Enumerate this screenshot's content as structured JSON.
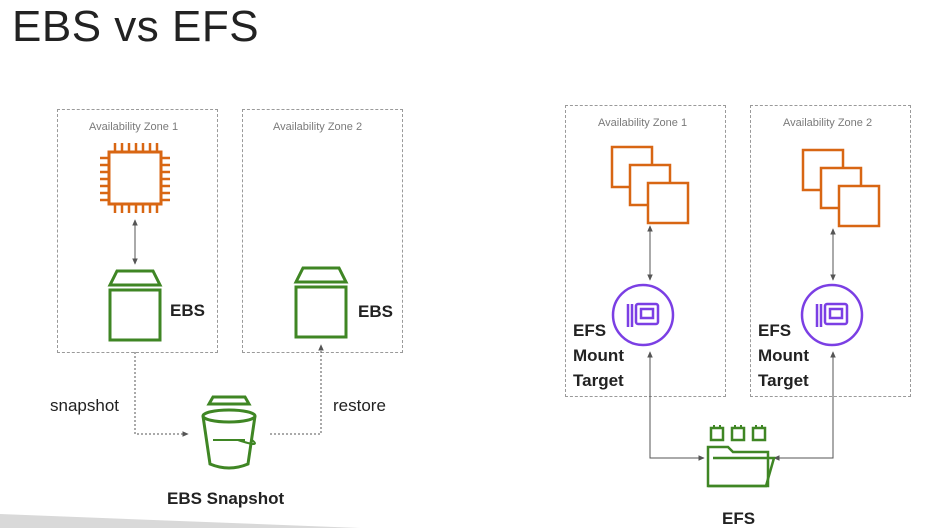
{
  "title": "EBS vs EFS",
  "colors": {
    "compute_orange": "#D86613",
    "storage_green": "#3F8624",
    "efs_purple": "#7B3FE4",
    "border_gray": "#9a9a9a",
    "connector_gray": "#555555"
  },
  "ebs_section": {
    "az1_label": "Availability Zone 1",
    "az2_label": "Availability Zone 2",
    "volume1_label": "EBS",
    "volume2_label": "EBS",
    "snapshot_text": "snapshot",
    "restore_text": "restore",
    "snapshot_label": "EBS Snapshot",
    "icons": [
      "ec2-instance-icon",
      "ebs-volume-icon",
      "s3-bucket-icon"
    ]
  },
  "efs_section": {
    "az1_label": "Availability Zone 1",
    "az2_label": "Availability Zone 2",
    "mount_target_lines": [
      "EFS",
      "Mount",
      "Target"
    ],
    "efs_label": "EFS",
    "icons": [
      "ec2-instances-icon",
      "mount-target-icon",
      "efs-filesystem-icon"
    ]
  }
}
